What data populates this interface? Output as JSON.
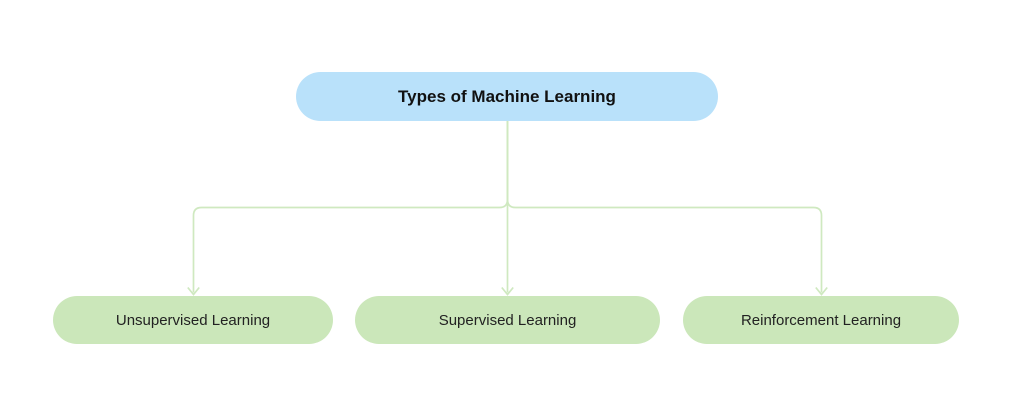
{
  "diagram": {
    "background_color": "#ffffff",
    "root": {
      "label": "Types of Machine Learning",
      "fill_color": "#b9e1fa",
      "text_color": "#111111"
    },
    "children": [
      {
        "label": "Unsupervised Learning"
      },
      {
        "label": "Supervised Learning"
      },
      {
        "label": "Reinforcement Learning"
      }
    ],
    "child_fill_color": "#cbe7ba",
    "child_text_color": "#222222",
    "connector_color": "#cfe9c0",
    "connector_style": "elbow-with-arrowheads"
  }
}
